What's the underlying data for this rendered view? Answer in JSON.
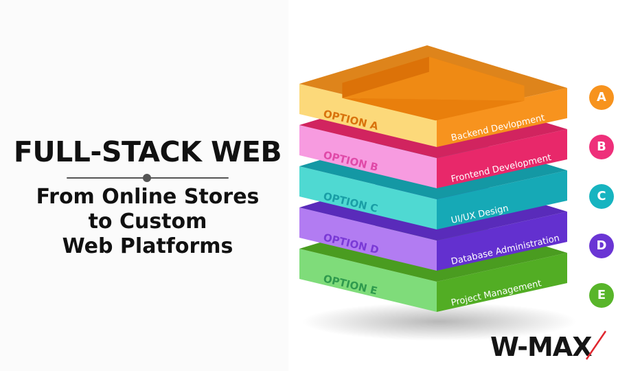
{
  "heading": {
    "title": "FULL-STACK WEB",
    "subtitle_lines": [
      "From Online Stores",
      "to Custom",
      "Web Platforms"
    ]
  },
  "layers": [
    {
      "option": "OPTION A",
      "label": "Backend Devlopment",
      "badge": "A",
      "color": "#f7931e",
      "side_light": "#fcd97a",
      "side_dark": "#f7931e",
      "text_color": "#d9730d"
    },
    {
      "option": "OPTION B",
      "label": "Frontend Development",
      "badge": "B",
      "color": "#ee2f7a",
      "side_light": "#f79be0",
      "side_dark": "#e8286a",
      "text_color": "#e04aa8"
    },
    {
      "option": "OPTION C",
      "label": "UI/UX Design",
      "badge": "C",
      "color": "#17b4c0",
      "side_light": "#4fd9d2",
      "side_dark": "#16a9b6",
      "text_color": "#1a9ea6"
    },
    {
      "option": "OPTION D",
      "label": "Database Administration",
      "badge": "D",
      "color": "#6a35d4",
      "side_light": "#b27cf2",
      "side_dark": "#6330cf",
      "text_color": "#7a3ad6"
    },
    {
      "option": "OPTION E",
      "label": "Project Management",
      "badge": "E",
      "color": "#58b52a",
      "side_light": "#7fdc7a",
      "side_dark": "#52ad24",
      "text_color": "#2f9a4e"
    }
  ],
  "logo": {
    "text": "W-MAX",
    "accent": "#e0262e"
  }
}
